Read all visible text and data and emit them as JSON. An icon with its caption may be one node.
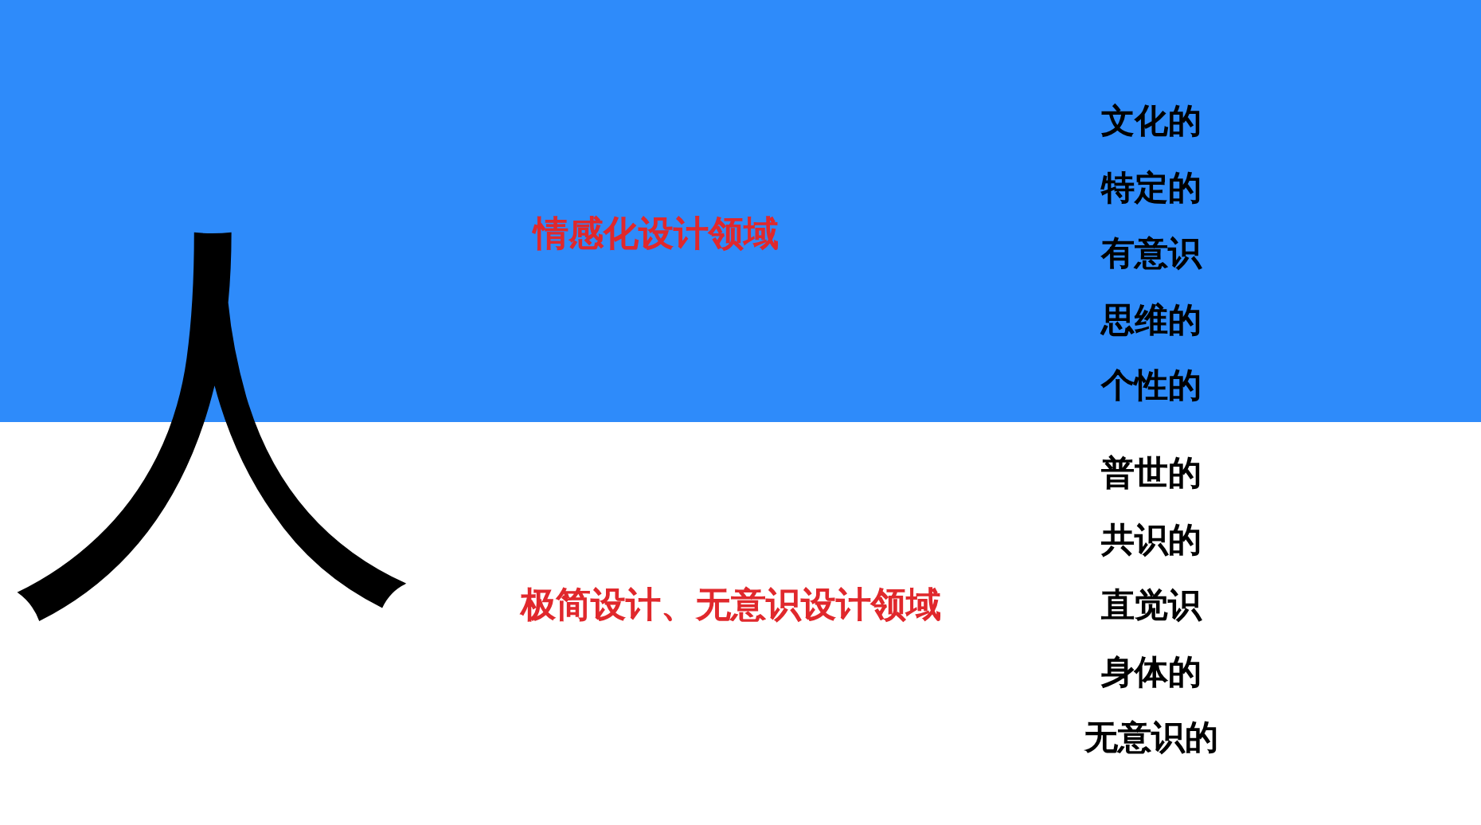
{
  "diagram": {
    "nodes": [
      {
        "text": [
          "情感化设计领域",
          "文化的",
          "特定的",
          "有意识",
          "思维的",
          "个性的"
        ]
      }
    ],
    "labels": [
      "人",
      "极简设计、无意识设计领域",
      "普世的",
      "共识的",
      "直觉识",
      "身体的",
      "无意识的"
    ]
  }
}
